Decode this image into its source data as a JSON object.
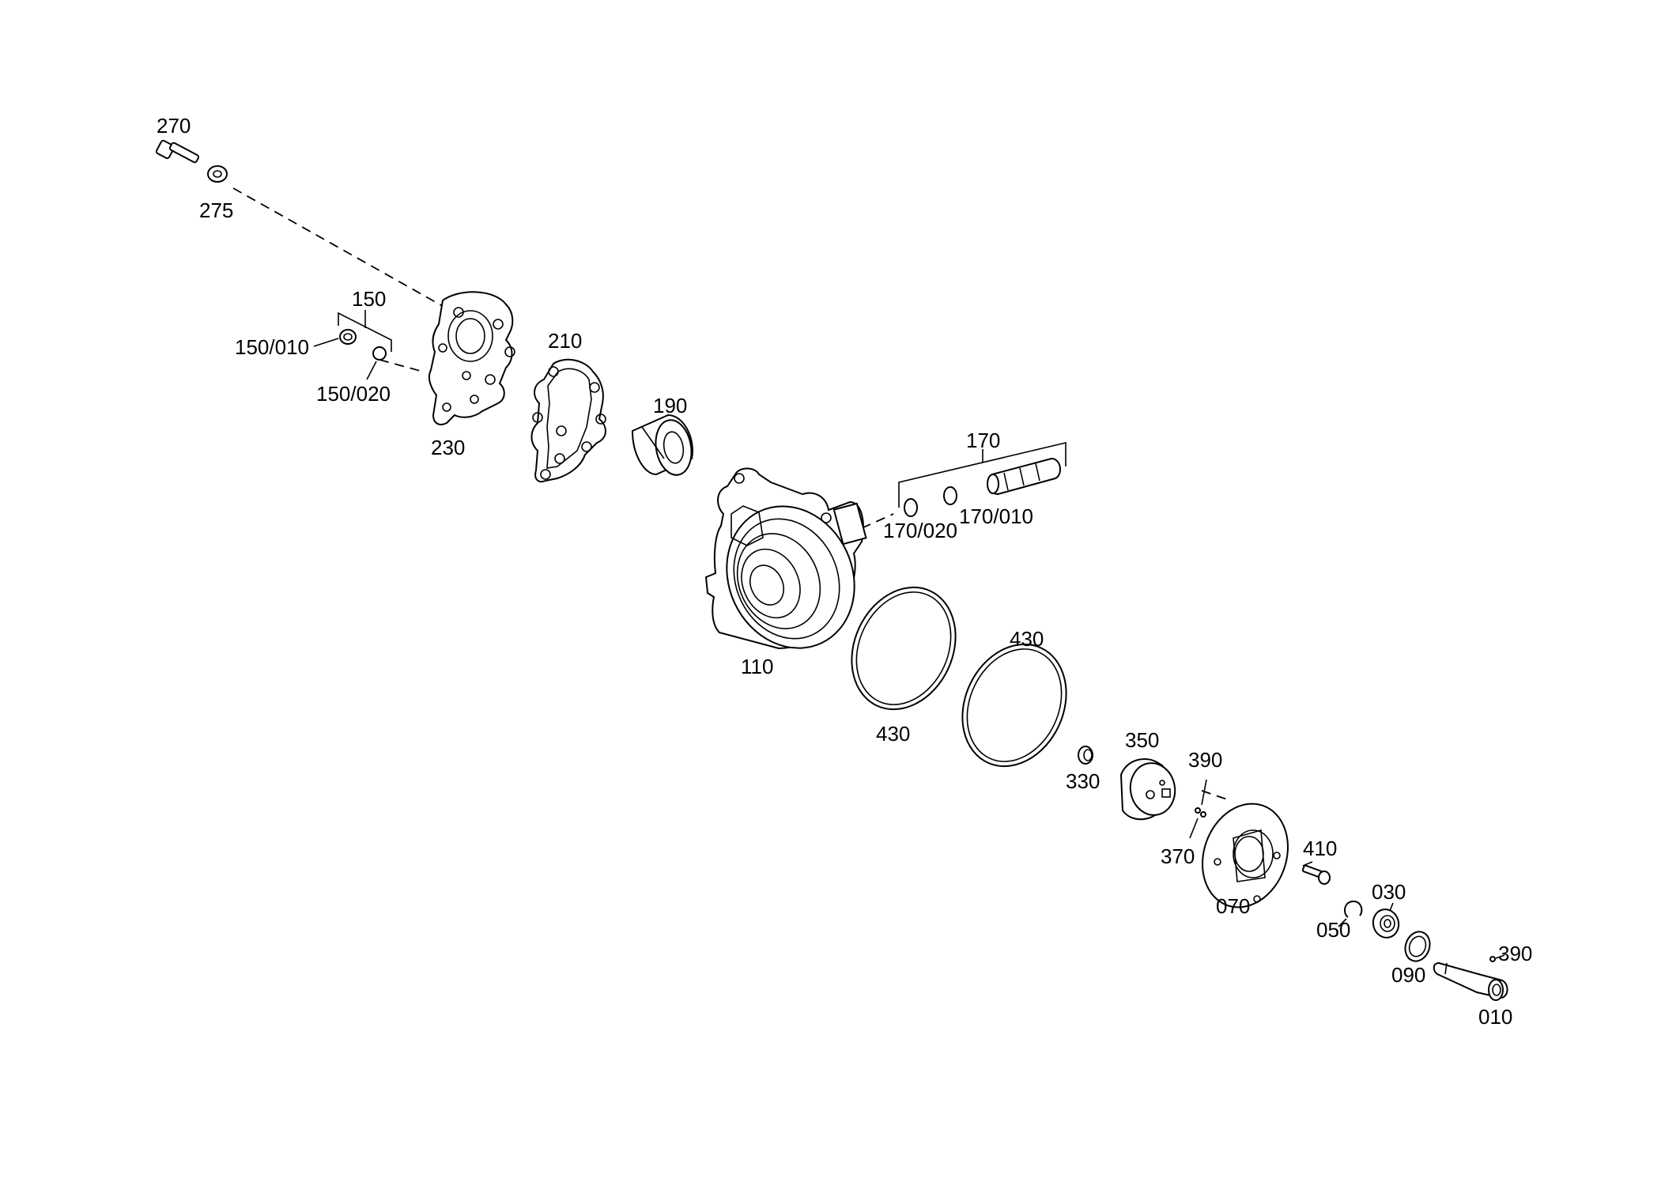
{
  "callouts": {
    "p270": "270",
    "p275": "275",
    "p150": "150",
    "p150_010": "150/010",
    "p150_020": "150/020",
    "p230": "230",
    "p210": "210",
    "p190": "190",
    "p170": "170",
    "p170_020": "170/020",
    "p170_010": "170/010",
    "p110": "110",
    "p430_a": "430",
    "p430_b": "430",
    "p330": "330",
    "p350": "350",
    "p390_a": "390",
    "p370": "370",
    "p070": "070",
    "p410": "410",
    "p030": "030",
    "p050": "050",
    "p090": "090",
    "p390_b": "390",
    "p010": "010"
  }
}
